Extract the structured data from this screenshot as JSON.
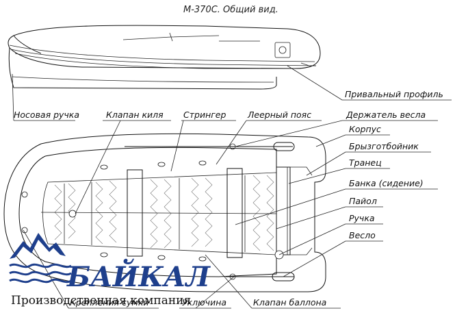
{
  "title": "М-370С. Общий вид.",
  "labels": {
    "bow_handle": "Носовая ручка",
    "keel_valve": "Клапан киля",
    "stringer": "Стрингер",
    "lifeline": "Леерный пояс",
    "oar_holder": "Держатель весла",
    "rub_profile": "Привальный профиль",
    "hull": "Корпус",
    "splash_guard": "Брызготбойник",
    "transom": "Транец",
    "seat": "Банка (сидение)",
    "floor": "Пайол",
    "handle": "Ручка",
    "oar": "Весло",
    "bag_mount": "Крепления сумки",
    "fastener": "Уключина",
    "tube_valve": "Клапан баллона"
  },
  "logo": {
    "brand": "БАЙКАЛ",
    "company": "Производственная компания",
    "brand_color": "#1e3f8c"
  }
}
